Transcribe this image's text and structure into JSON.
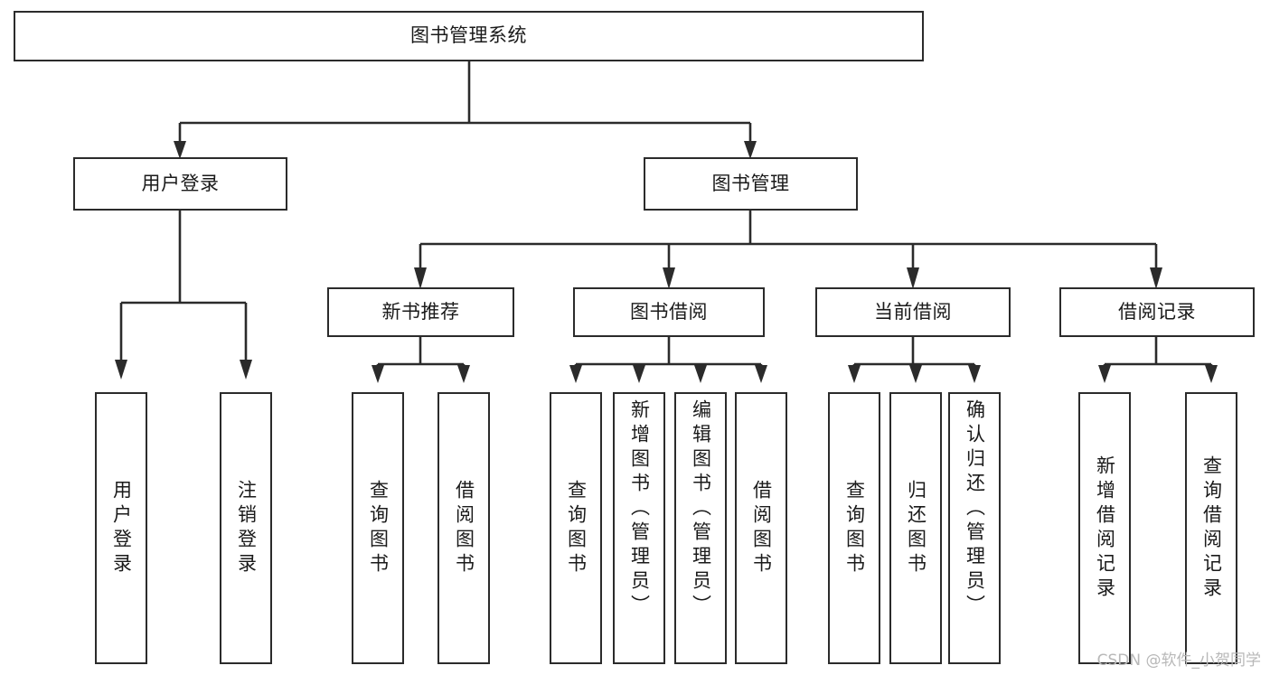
{
  "diagram": {
    "title": "图书管理系统",
    "watermark": "CSDN @软件_小贺同学",
    "root": {
      "label": "图书管理系统"
    },
    "level2": [
      {
        "label": "用户登录"
      },
      {
        "label": "图书管理"
      }
    ],
    "level3": [
      {
        "label": "新书推荐"
      },
      {
        "label": "图书借阅"
      },
      {
        "label": "当前借阅"
      },
      {
        "label": "借阅记录"
      }
    ],
    "leaves": {
      "user_login": [
        {
          "label": "用户登录"
        },
        {
          "label": "注销登录"
        }
      ],
      "new_book_recommend": [
        {
          "label": "查询图书"
        },
        {
          "label": "借阅图书"
        }
      ],
      "book_borrow": [
        {
          "label": "查询图书"
        },
        {
          "label": "新增图书（管理员）"
        },
        {
          "label": "编辑图书（管理员）"
        },
        {
          "label": "借阅图书"
        }
      ],
      "current_borrow": [
        {
          "label": "查询图书"
        },
        {
          "label": "归还图书"
        },
        {
          "label": "确认归还（管理员）"
        }
      ],
      "borrow_record": [
        {
          "label": "新增借阅记录"
        },
        {
          "label": "查询借阅记录"
        }
      ]
    },
    "colors": {
      "stroke": "#2b2b2b",
      "background": "#ffffff",
      "text": "#1a1a1a",
      "watermark": "#b8b8b8"
    }
  }
}
